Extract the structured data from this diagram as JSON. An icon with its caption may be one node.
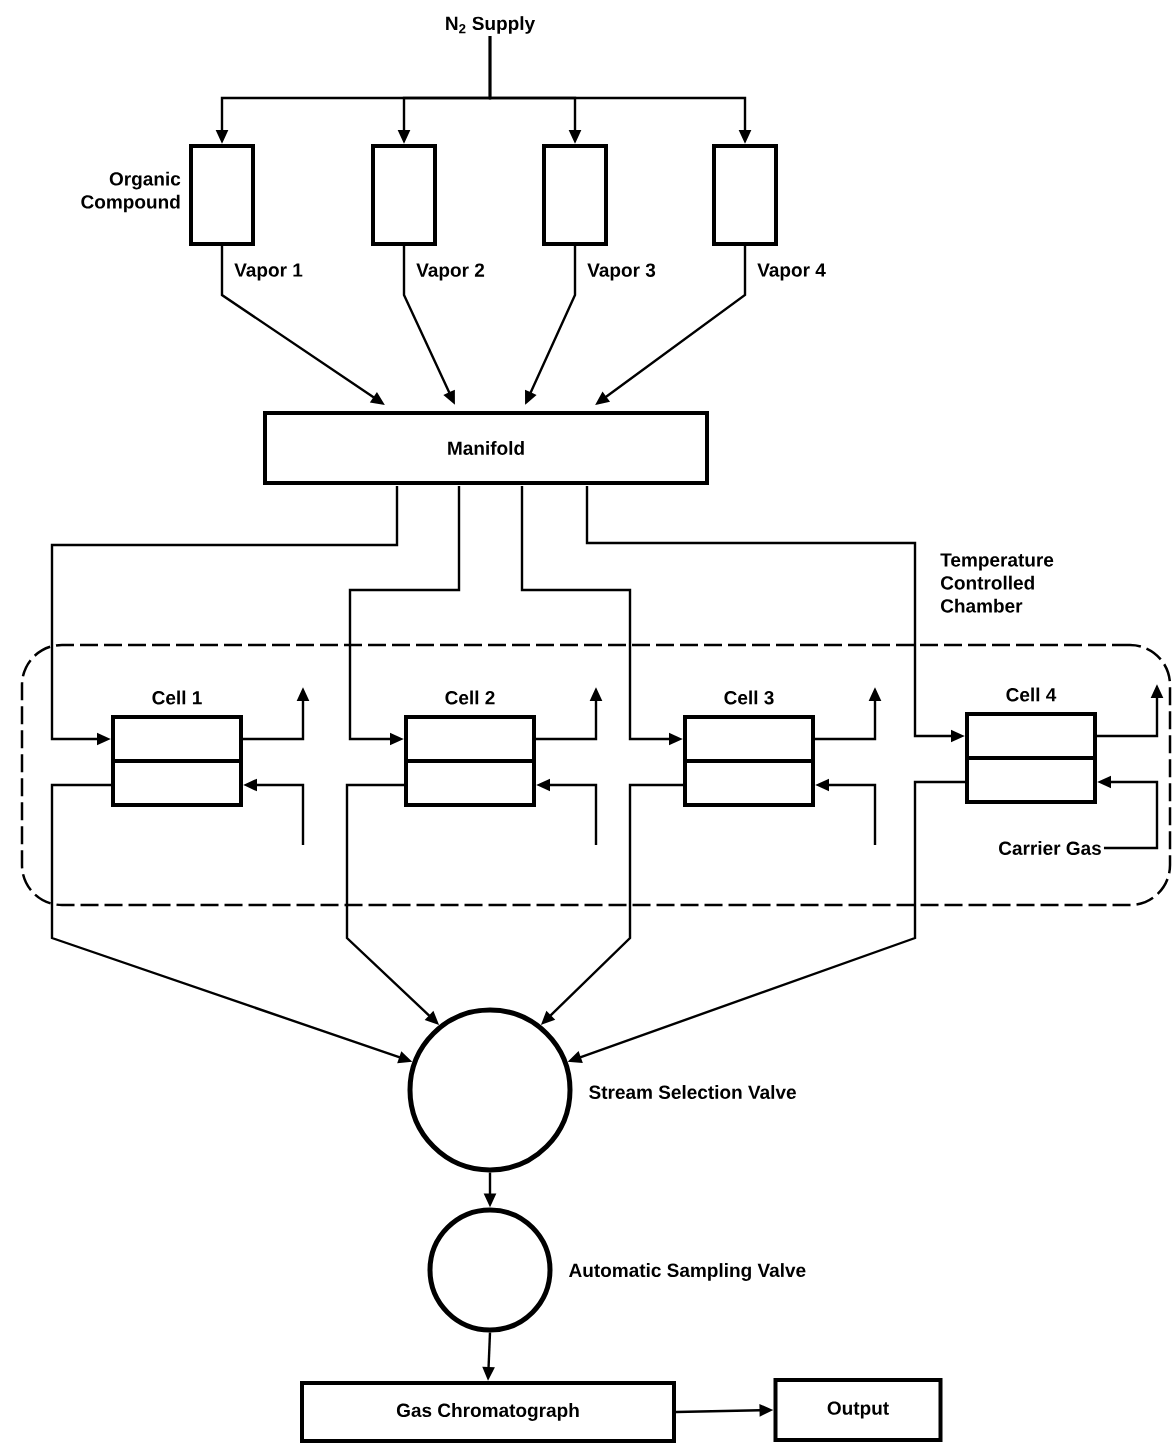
{
  "diagram": {
    "nodes": [
      {
        "text": [
          "N$_{2}$ Supply"
        ]
      },
      {
        "text": [],
        "shape": "box",
        "beside": [
          "Organic Compound"
        ]
      },
      {
        "text": [],
        "shape": "box"
      },
      {
        "text": [],
        "shape": "box"
      },
      {
        "text": [],
        "shape": "box"
      },
      {
        "text": [
          "Manifold"
        ]
      },
      {
        "text": [
          "Temperature Controlled Chamber"
        ]
      },
      {
        "text": [
          "Cell 1"
        ],
        "in": 6
      },
      {
        "text": [
          "Cell 2"
        ],
        "in": 6
      },
      {
        "text": [
          "Cell 3"
        ],
        "in": 6
      },
      {
        "text": [
          "Cell 4"
        ],
        "in": 6
      },
      {
        "text": [],
        "shape": "circle",
        "beside": [
          "Stream Selection Valve"
        ]
      },
      {
        "text": [],
        "shape": "circle",
        "beside": [
          "Automatic Sampling Valve"
        ]
      },
      {
        "text": [
          "Gas Chromatograph"
        ]
      },
      {
        "text": [
          "Output"
        ]
      },
      {
        "text": [
          "Carrier Gas"
        ],
        "in": 6
      }
    ],
    "edges": [
      {
        "from": 0,
        "to": 1,
        "arrow": "to"
      },
      {
        "from": 0,
        "to": 2,
        "arrow": "to"
      },
      {
        "from": 0,
        "to": 3,
        "arrow": "to"
      },
      {
        "from": 0,
        "to": 4,
        "arrow": "to"
      },
      {
        "from": 1,
        "to": 5,
        "arrow": "to",
        "label": "Vapor 1"
      },
      {
        "from": 2,
        "to": 5,
        "arrow": "to",
        "label": "Vapor 2"
      },
      {
        "from": 3,
        "to": 5,
        "arrow": "to",
        "label": "Vapor 3"
      },
      {
        "from": 4,
        "to": 5,
        "arrow": "to",
        "label": "Vapor 4"
      },
      {
        "from": 5,
        "to": 7,
        "arrow": "to"
      },
      {
        "from": 5,
        "to": 8,
        "arrow": "to"
      },
      {
        "from": 5,
        "to": 9,
        "arrow": "to"
      },
      {
        "from": 5,
        "to": 10,
        "arrow": "to"
      },
      {
        "from": 7,
        "to": null,
        "arrow": "to"
      },
      {
        "from": 8,
        "to": null,
        "arrow": "to"
      },
      {
        "from": 9,
        "to": null,
        "arrow": "to"
      },
      {
        "from": 10,
        "to": null,
        "arrow": "to"
      },
      {
        "from": null,
        "to": 7,
        "arrow": "to"
      },
      {
        "from": null,
        "to": 8,
        "arrow": "to"
      },
      {
        "from": null,
        "to": 9,
        "arrow": "to"
      },
      {
        "from": 15,
        "to": 10,
        "arrow": "to"
      },
      {
        "from": 7,
        "to": 11,
        "arrow": "to"
      },
      {
        "from": 8,
        "to": 11,
        "arrow": "to"
      },
      {
        "from": 9,
        "to": 11,
        "arrow": "to"
      },
      {
        "from": 10,
        "to": 11,
        "arrow": "to"
      },
      {
        "from": 11,
        "to": 12,
        "arrow": "to"
      },
      {
        "from": 12,
        "to": 13,
        "arrow": "to"
      },
      {
        "from": 13,
        "to": 14,
        "arrow": "to"
      }
    ]
  }
}
